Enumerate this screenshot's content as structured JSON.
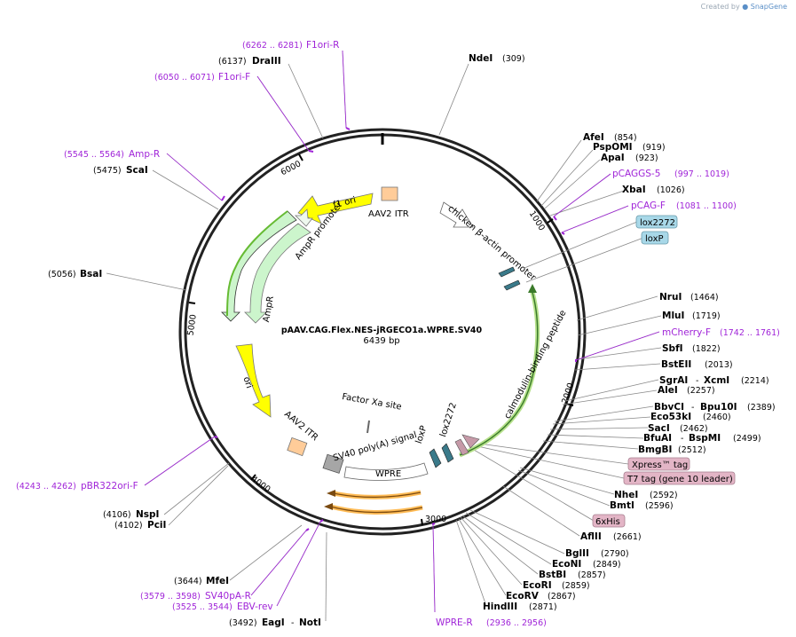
{
  "credit": {
    "prefix": "Created by",
    "brand": "SnapGene"
  },
  "plasmid": {
    "name": "pAAV.CAG.Flex.NES-jRGECO1a.WPRE.SV40",
    "length_label": "6439 bp"
  },
  "ticks": [
    "1000",
    "2000",
    "3000",
    "4000",
    "5000",
    "6000"
  ],
  "features": {
    "f1ori": "f1 ori",
    "aav2_itr_top": "AAV2 ITR",
    "ampr_promoter": "AmpR promoter",
    "ampr": "AmpR",
    "ori": "ori",
    "aav2_itr_bottom": "AAV2 ITR",
    "chicken_promoter": "chicken β-actin promoter",
    "cbp": "calmodulin-binding peptide",
    "lox2272": "lox2272",
    "loxp": "loxP",
    "factor_xa": "Factor Xa site",
    "sv40": "SV40 poly(A) signal",
    "wpre": "WPRE"
  },
  "enzymes": {
    "ndei": {
      "name": "NdeI",
      "pos": "(309)"
    },
    "drai": {
      "name": "DraIII",
      "pos": "(6137)"
    },
    "scai": {
      "name": "ScaI",
      "pos": "(5475)"
    },
    "bsai": {
      "name": "BsaI",
      "pos": "(5056)"
    },
    "nspi": {
      "name": "NspI",
      "pos": "(4106)"
    },
    "pcii": {
      "name": "PciI",
      "pos": "(4102)"
    },
    "mfei": {
      "name": "MfeI",
      "pos": "(3644)"
    },
    "eagi": {
      "name": "EagI",
      "sep": "-",
      "name2": "NotI",
      "pos": "(3492)"
    },
    "afei": {
      "name": "AfeI",
      "pos": "(854)"
    },
    "pspomi": {
      "name": "PspOMI",
      "pos": "(919)"
    },
    "apai": {
      "name": "ApaI",
      "pos": "(923)"
    },
    "xbai": {
      "name": "XbaI",
      "pos": "(1026)"
    },
    "drui": {
      "name": "NruI",
      "pos": "(1464)"
    },
    "mlui": {
      "name": "MluI",
      "pos": "(1719)"
    },
    "sbfi": {
      "name": "SbfI",
      "pos": "(1822)"
    },
    "bsteii": {
      "name": "BstEII",
      "pos": "(2013)"
    },
    "sgrai": {
      "name": "SgrAI",
      "sep": "-",
      "name2": "XcmI",
      "pos": "(2214)"
    },
    "alei": {
      "name": "AleI",
      "pos": "(2257)"
    },
    "bbvci": {
      "name": "BbvCI",
      "sep": "-",
      "name2": "Bpu10I",
      "pos": "(2389)"
    },
    "eco53ki": {
      "name": "Eco53kI",
      "pos": "(2460)"
    },
    "saci": {
      "name": "SacI",
      "pos": "(2462)"
    },
    "bfuai": {
      "name": "BfuAI",
      "sep": "-",
      "name2": "BspMI",
      "pos": "(2499)"
    },
    "bmgbi": {
      "name": "BmgBI",
      "pos": "(2512)"
    },
    "nhei": {
      "name": "NheI",
      "pos": "(2592)"
    },
    "bmti": {
      "name": "BmtI",
      "pos": "(2596)"
    },
    "aflii": {
      "name": "AflII",
      "pos": "(2661)"
    },
    "bglii": {
      "name": "BglII",
      "pos": "(2790)"
    },
    "econi": {
      "name": "EcoNI",
      "pos": "(2849)"
    },
    "bstbi": {
      "name": "BstBI",
      "pos": "(2857)"
    },
    "ecori": {
      "name": "EcoRI",
      "pos": "(2859)"
    },
    "ecorv": {
      "name": "EcoRV",
      "pos": "(2867)"
    },
    "hindiii": {
      "name": "HindIII",
      "pos": "(2871)"
    }
  },
  "primers": {
    "f1orir": {
      "range": "(6262 .. 6281)",
      "name": "F1ori-R"
    },
    "f1orif": {
      "range": "(6050 .. 6071)",
      "name": "F1ori-F"
    },
    "ampr": {
      "range": "(5545 .. 5564)",
      "name": "Amp-R"
    },
    "pbr": {
      "range": "(4243 .. 4262)",
      "name": "pBR322ori-F"
    },
    "sv40pa": {
      "range": "(3579 .. 3598)",
      "name": "SV40pA-R"
    },
    "ebv": {
      "range": "(3525 .. 3544)",
      "name": "EBV-rev"
    },
    "wprer": {
      "name": "WPRE-R",
      "range": "(2936 .. 2956)"
    },
    "pcaggs": {
      "name": "pCAGGS-5",
      "range": "(997 .. 1019)"
    },
    "pcagf": {
      "name": "pCAG-F",
      "range": "(1081 .. 1100)"
    },
    "mcherry": {
      "name": "mCherry-F",
      "range": "(1742 .. 1761)"
    }
  },
  "tags": {
    "lox2272": "lox2272",
    "loxp": "loxP",
    "xpress": "Xpress™ tag",
    "t7": "T7 tag (gene 10 leader)",
    "his": "6xHis"
  },
  "colors": {
    "primer": "#a024d8",
    "f1ori": "#ffff00",
    "ampr": "#ccf5cc",
    "itr": "#ffcc99",
    "sv40": "#a6a6a6",
    "wpre": "#ffffff",
    "highlight": "#ffaa33",
    "tag_blue": "#a8d8e8",
    "tag_pink": "#e3b5c6"
  }
}
